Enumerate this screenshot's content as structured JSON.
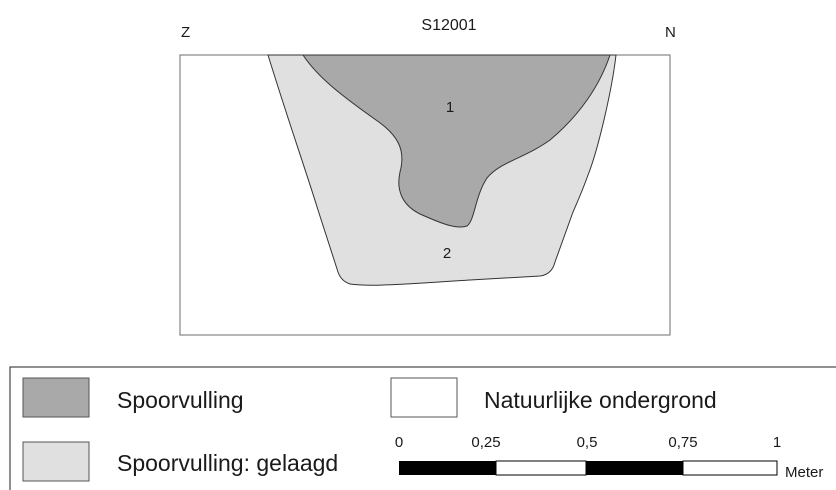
{
  "section": {
    "title": "S12001",
    "orientation_left": "Z",
    "orientation_right": "N",
    "fill_labels": [
      "1",
      "2"
    ]
  },
  "legend": {
    "items": [
      {
        "label": "Spoorvulling",
        "color": "#a9a9a9"
      },
      {
        "label": "Spoorvulling: gelaagd",
        "color": "#e0e0e0"
      },
      {
        "label": "Natuurlijke ondergrond",
        "color": "#ffffff"
      }
    ]
  },
  "scale_bar": {
    "ticks": [
      "0",
      "0,25",
      "0,5",
      "0,75",
      "1"
    ],
    "unit": "Meter"
  }
}
